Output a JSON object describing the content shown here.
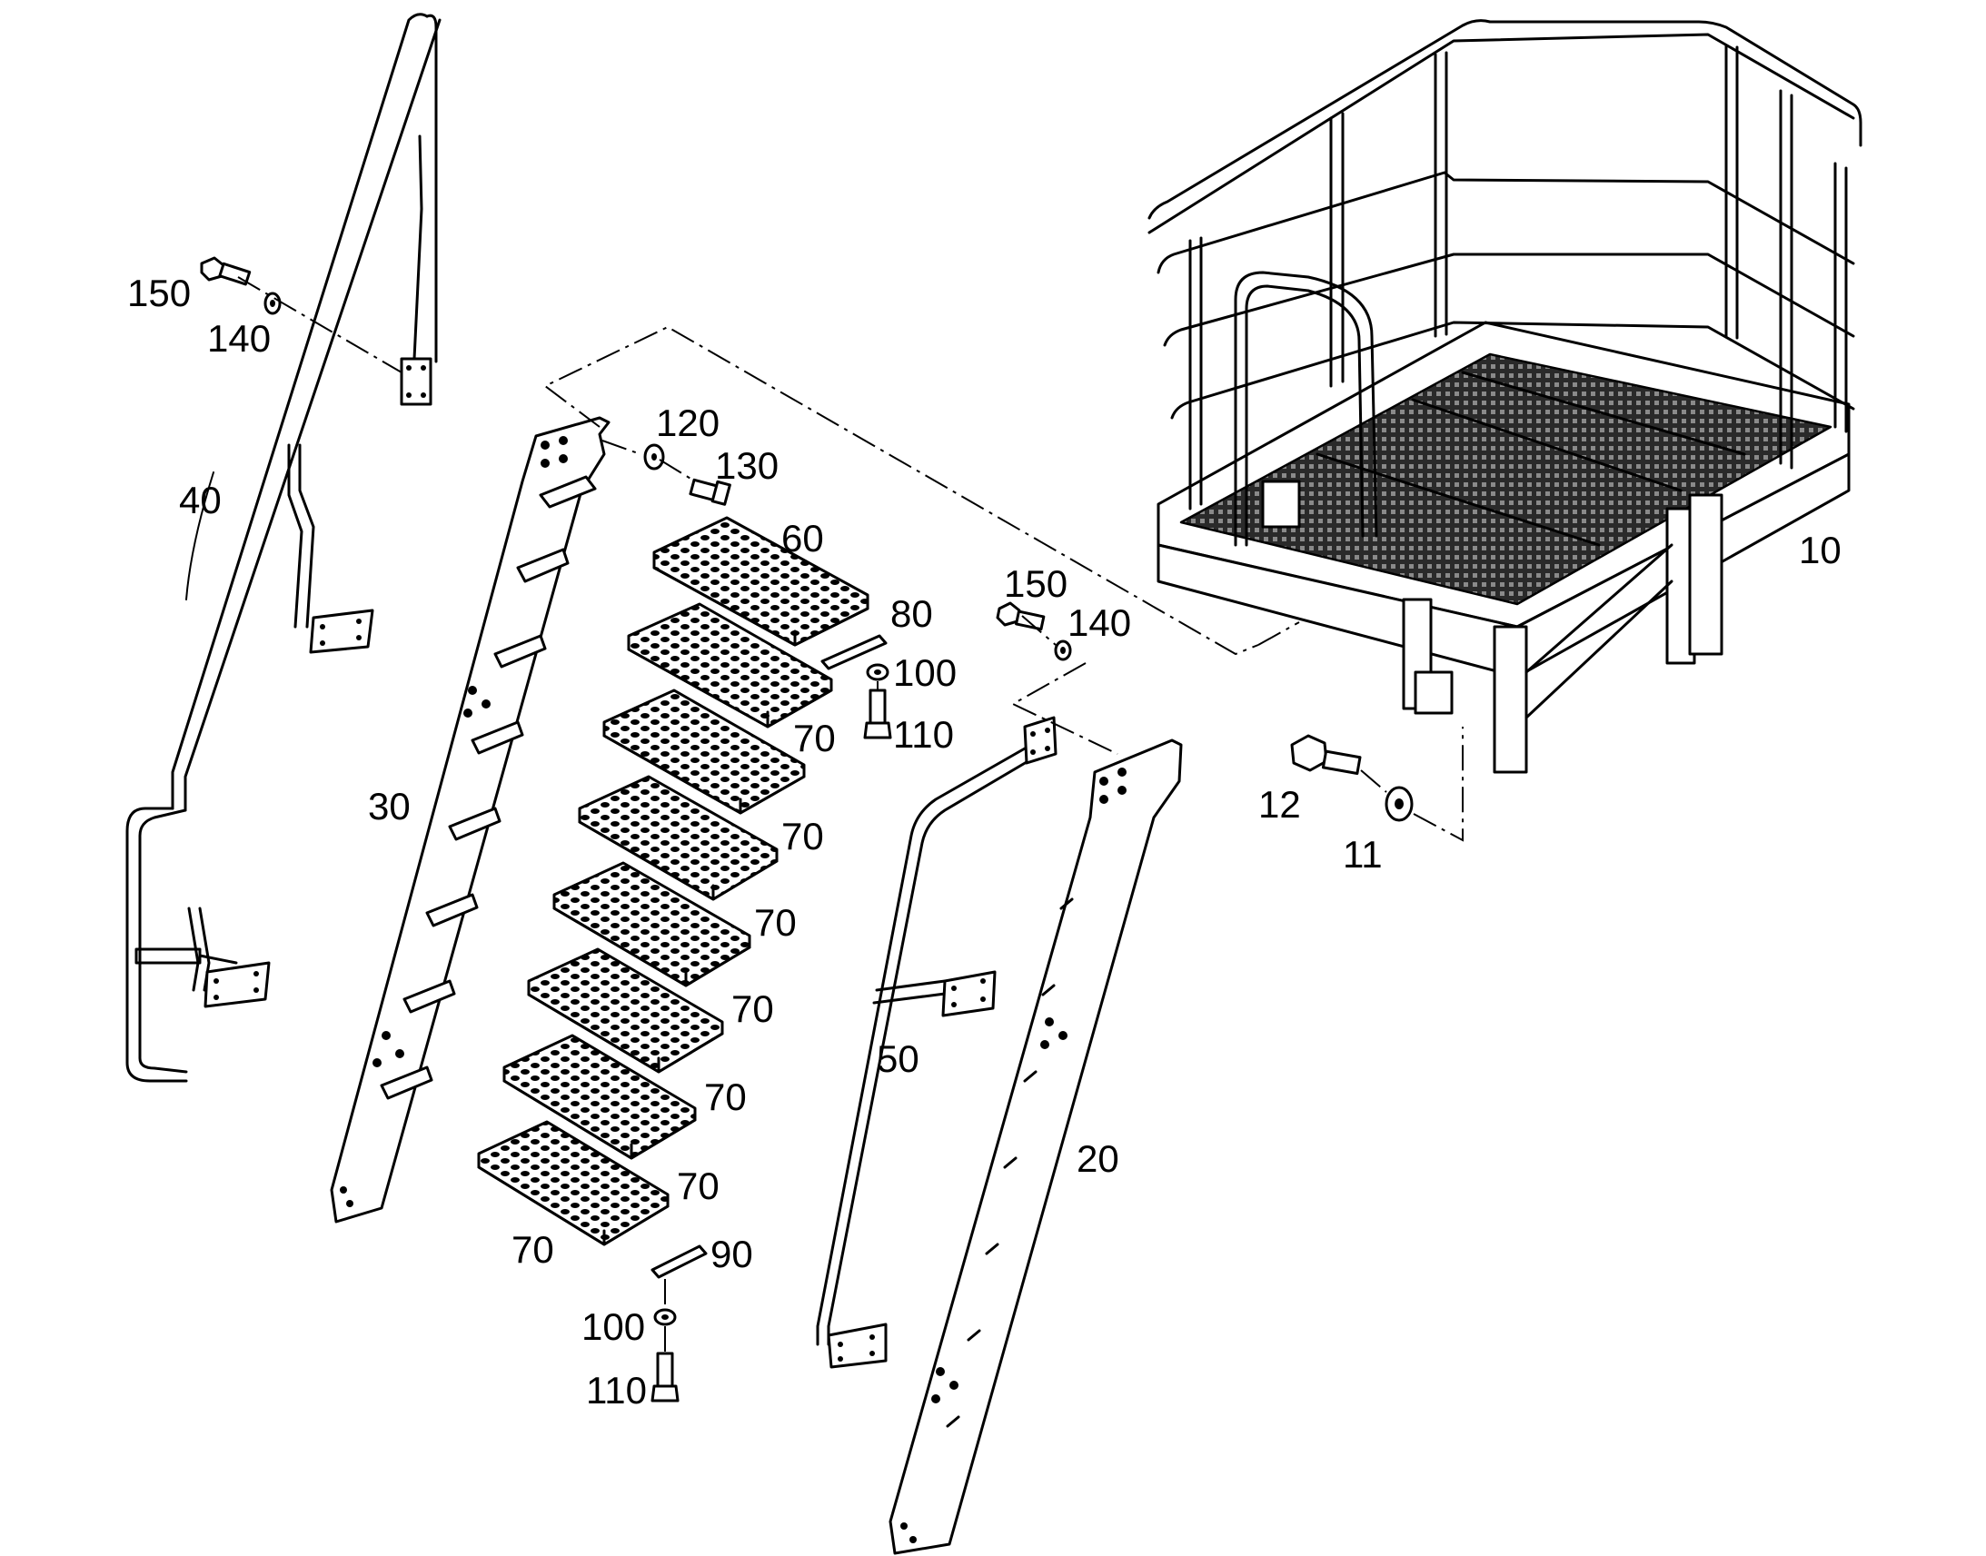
{
  "diagram": {
    "callouts": [
      {
        "id": "10",
        "text": "10"
      },
      {
        "id": "11",
        "text": "11"
      },
      {
        "id": "12",
        "text": "12"
      },
      {
        "id": "20",
        "text": "20"
      },
      {
        "id": "30",
        "text": "30"
      },
      {
        "id": "40",
        "text": "40"
      },
      {
        "id": "50",
        "text": "50"
      },
      {
        "id": "60",
        "text": "60"
      },
      {
        "id": "70a",
        "text": "70"
      },
      {
        "id": "70b",
        "text": "70"
      },
      {
        "id": "70c",
        "text": "70"
      },
      {
        "id": "70d",
        "text": "70"
      },
      {
        "id": "70e",
        "text": "70"
      },
      {
        "id": "70f",
        "text": "70"
      },
      {
        "id": "70g",
        "text": "70"
      },
      {
        "id": "80",
        "text": "80"
      },
      {
        "id": "90",
        "text": "90"
      },
      {
        "id": "100a",
        "text": "100"
      },
      {
        "id": "100b",
        "text": "100"
      },
      {
        "id": "110a",
        "text": "110"
      },
      {
        "id": "110b",
        "text": "110"
      },
      {
        "id": "120",
        "text": "120"
      },
      {
        "id": "130",
        "text": "130"
      },
      {
        "id": "140a",
        "text": "140"
      },
      {
        "id": "140b",
        "text": "140"
      },
      {
        "id": "150a",
        "text": "150"
      },
      {
        "id": "150b",
        "text": "150"
      }
    ]
  }
}
